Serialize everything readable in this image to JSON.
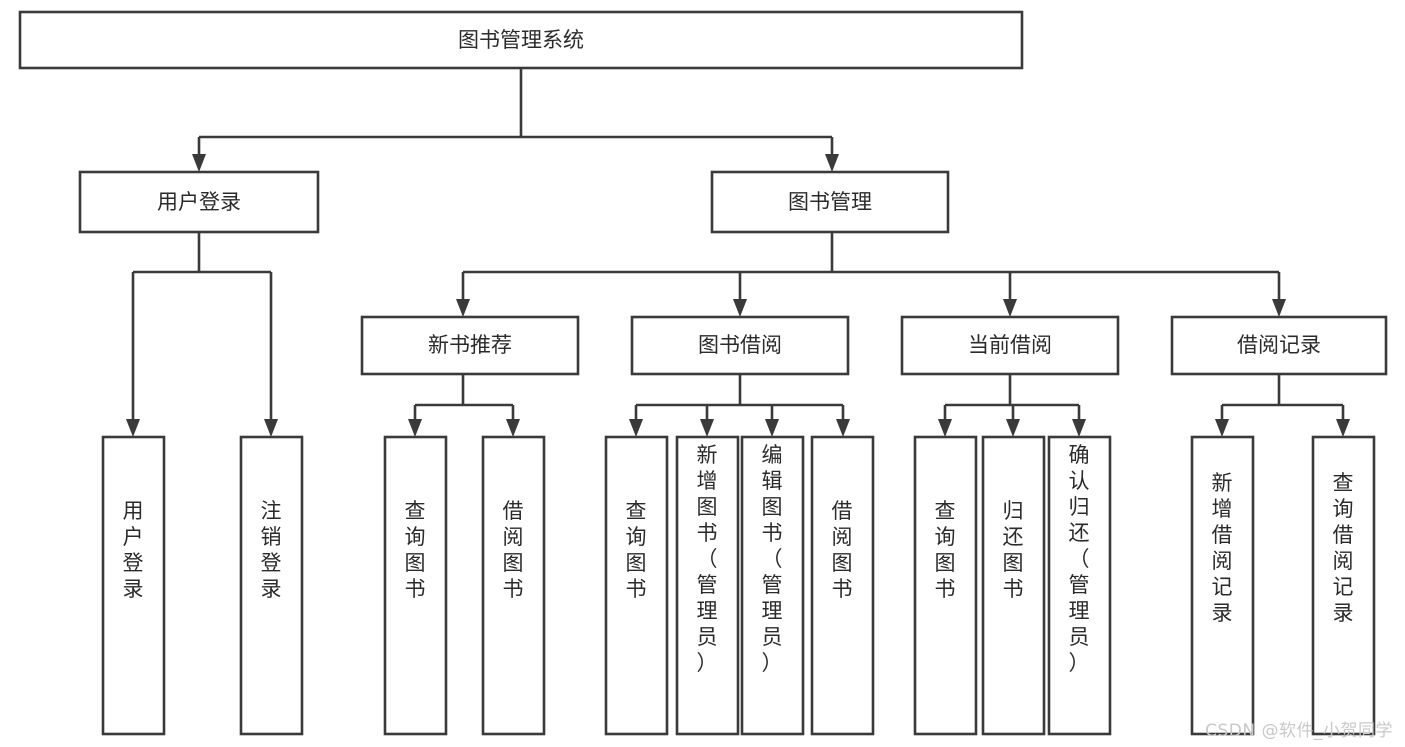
{
  "diagram": {
    "type": "hierarchy-tree",
    "title": "图书管理系统",
    "watermark": "CSDN @软件_小贺同学",
    "colors": {
      "box_stroke": "#3a3a3a",
      "box_fill": "#ffffff",
      "text": "#2b2b2b",
      "edge": "#3a3a3a",
      "watermark": "#c9c9c9",
      "background": "#ffffff"
    },
    "levels": {
      "root": {
        "label": "图书管理系统"
      },
      "level1": [
        {
          "label": "用户登录"
        },
        {
          "label": "图书管理"
        }
      ],
      "level2": [
        {
          "label": "新书推荐"
        },
        {
          "label": "图书借阅"
        },
        {
          "label": "当前借阅"
        },
        {
          "label": "借阅记录"
        }
      ],
      "leaves": {
        "user_login": [
          {
            "label": "用户登录"
          },
          {
            "label": "注销登录"
          }
        ],
        "new_book_recommend": [
          {
            "label": "查询图书"
          },
          {
            "label": "借阅图书"
          }
        ],
        "book_borrow": [
          {
            "label": "查询图书"
          },
          {
            "label": "新增图书（管理员）"
          },
          {
            "label": "编辑图书（管理员）"
          },
          {
            "label": "借阅图书"
          }
        ],
        "current_borrow": [
          {
            "label": "查询图书"
          },
          {
            "label": "归还图书"
          },
          {
            "label": "确认归还（管理员）"
          }
        ],
        "borrow_record": [
          {
            "label": "新增借阅记录"
          },
          {
            "label": "查询借阅记录"
          }
        ]
      }
    }
  }
}
